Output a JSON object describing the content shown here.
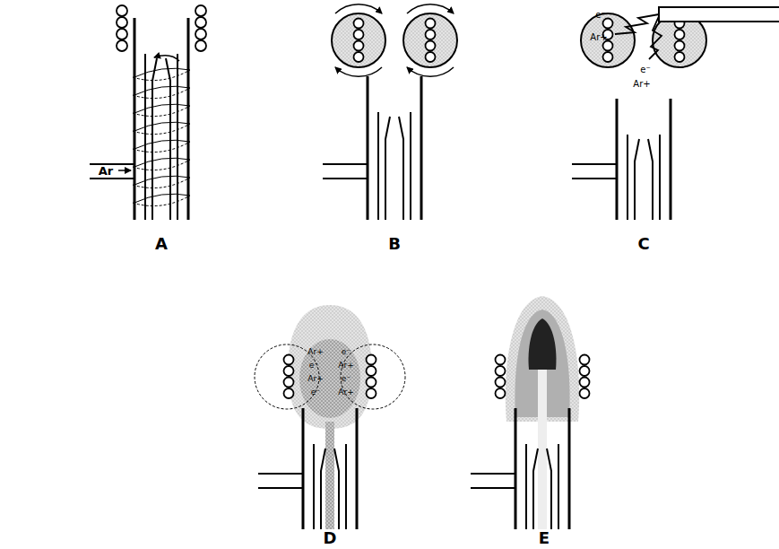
{
  "diagram": {
    "labels": [
      "Ar",
      "A",
      "B",
      "C",
      "D",
      "E",
      "e⁻",
      "Ar+",
      "e⁻",
      "Ar+",
      "Ar+",
      "e⁻",
      "e⁻",
      "Ar+",
      "Ar+",
      "e⁻",
      "e⁻",
      "Ar+"
    ]
  }
}
